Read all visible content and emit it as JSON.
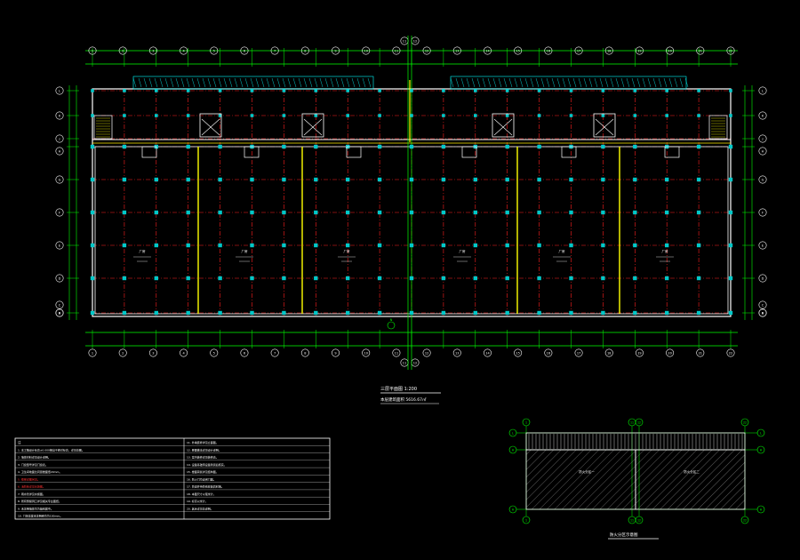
{
  "colors": {
    "background": "#000000",
    "dimension": "#00ff00",
    "axis_line": "#ff2020",
    "column": "#00c8c8",
    "wall": "#ffffff",
    "partition": "#ffff00",
    "detail": "#00ffff",
    "note_red": "#ff3030",
    "text_white": "#ffffff"
  },
  "plan": {
    "title": "三层平面图 1:200",
    "subtitle": "本层建筑面积 5616.67㎡",
    "top_axes": [
      "1",
      "2",
      "3",
      "4",
      "5",
      "6",
      "7",
      "8",
      "9",
      "10",
      "11",
      "12",
      "13",
      "14",
      "15",
      "16",
      "17",
      "18",
      "19",
      "20",
      "21",
      "22"
    ],
    "side_axes_left": [
      "L",
      "K",
      "J",
      "H",
      "G",
      "F",
      "E",
      "D",
      "C",
      "B",
      "A"
    ],
    "side_axes_right": [
      "L",
      "K",
      "J",
      "H",
      "G",
      "F",
      "E",
      "D",
      "C",
      "B",
      "A"
    ],
    "unit_label": "厂房",
    "north_marker": "N"
  },
  "key_plan": {
    "title": "防火分区示意图",
    "axes_top": [
      "1",
      "11",
      "12",
      "22"
    ],
    "axes_side": [
      "L",
      "H",
      "A"
    ],
    "zones": [
      {
        "label": "防火分区一"
      },
      {
        "label": "防火分区二"
      }
    ]
  },
  "notes": {
    "header": "注",
    "lines_left": [
      "1. 本工程设计标高±0.000相当于绝对标高，详见总图。",
      "2. 墙体材料详见设计说明。",
      "3. 门窗型号详见门窗表。",
      "4. 卫生间地面比同层楼面低20mm。",
      "5. 楼梯详图另见。",
      "6. 消防栓详见水施图。",
      "7. 雨水管详见水施图。",
      "8. 所有预留洞口详见相关专业图纸。",
      "9. 未注明墙体均为轴线居中。",
      "10. 门垛宽度未注明者均为100mm。"
    ],
    "lines_right": [
      "11. 外墙装修详见立面图。",
      "12. 屋面做法详见设计说明。",
      "13. 室内装修详见装修表。",
      "14. 设备基础待设备到货后核实。",
      "15. 楼面荷载详见结构图。",
      "16. 防火门均设闭门器。",
      "17. 管道井待管线安装后封堵。",
      "18. 本图尺寸以毫米计。",
      "19. 标高以米计。",
      "20. 其余详见总说明。"
    ]
  }
}
